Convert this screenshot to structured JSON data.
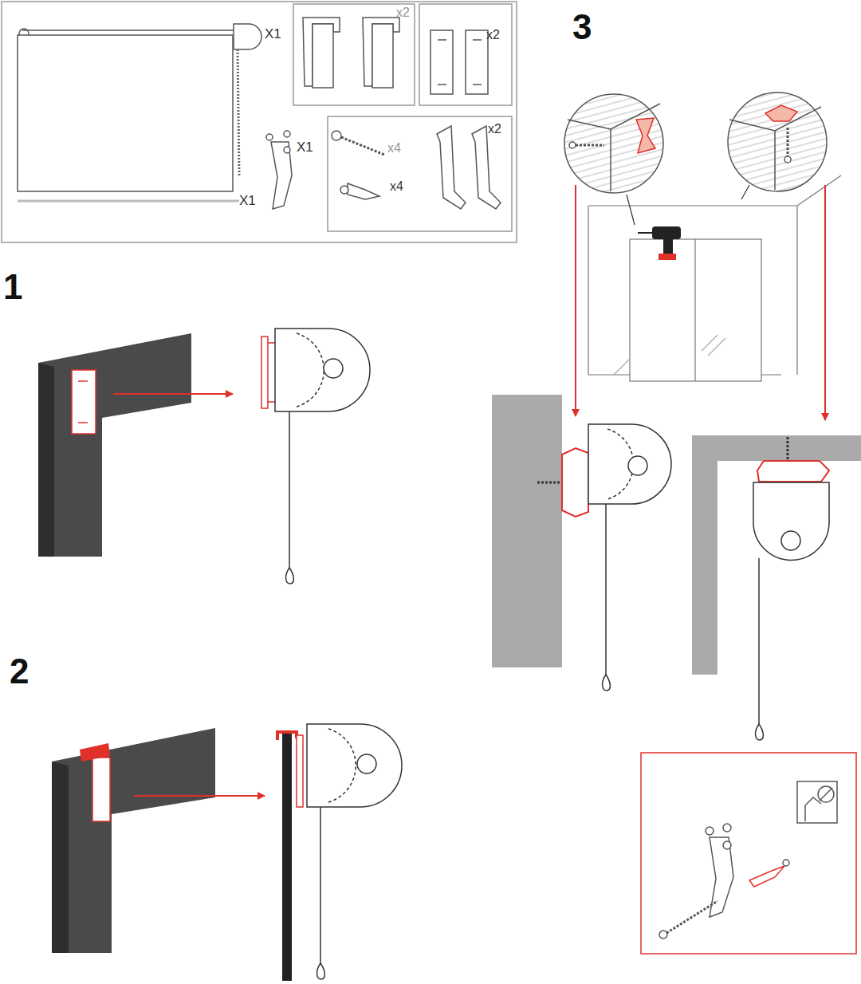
{
  "diagram": {
    "labels": [
      "X1",
      "x2",
      "x2",
      "X1",
      "X1",
      "x4",
      "x4",
      "x2",
      "1",
      "2",
      "3"
    ]
  }
}
